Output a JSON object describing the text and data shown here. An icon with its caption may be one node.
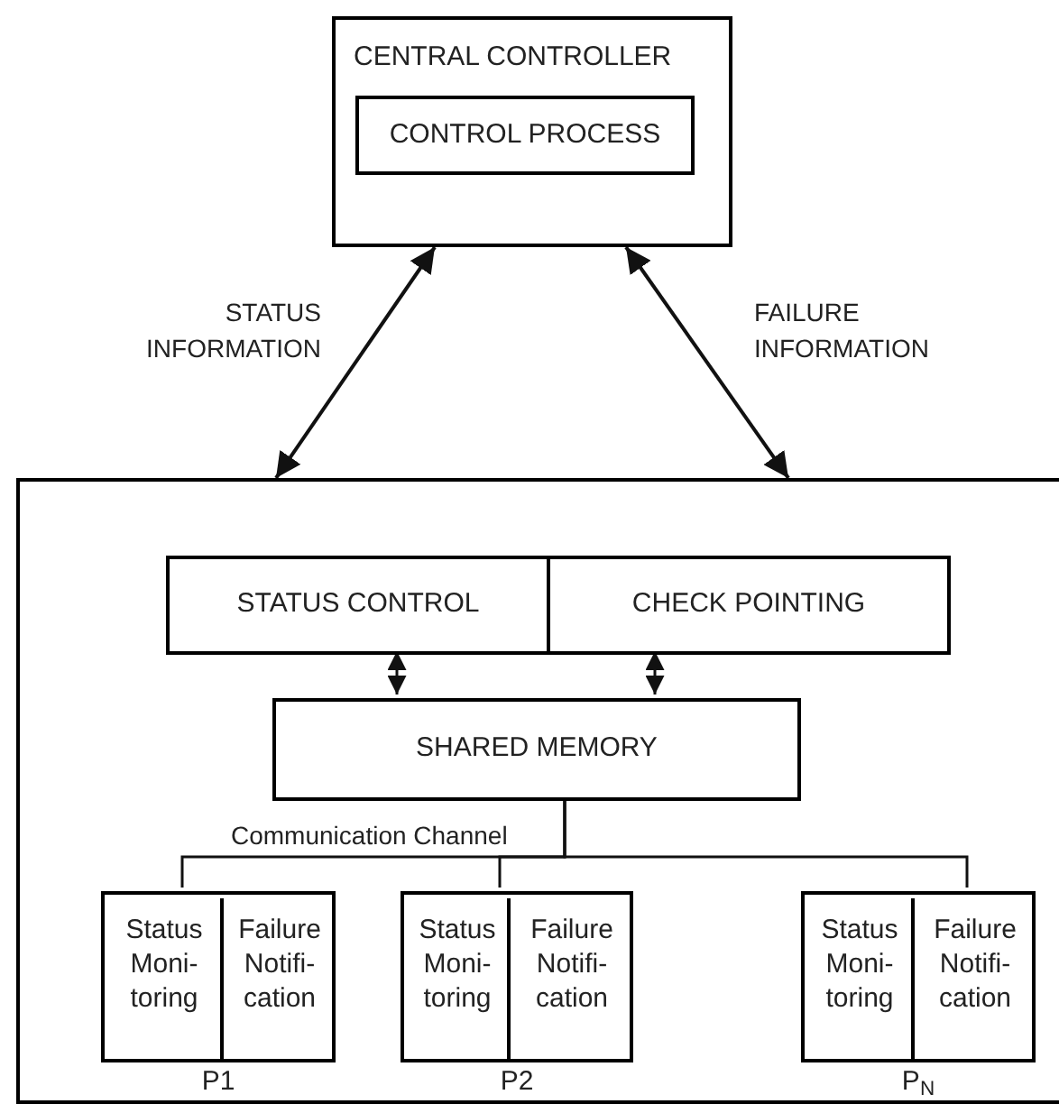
{
  "diagram": {
    "nodes": [
      {
        "text": [
          "CENTRAL CONTROLLER"
        ]
      },
      {
        "text": [
          "CONTROL PROCESS"
        ],
        "in": 0
      },
      {
        "text": [],
        "shape": "box"
      },
      {
        "text": [
          "STATUS CONTROL"
        ],
        "in": 2
      },
      {
        "text": [
          "CHECK POINTING"
        ],
        "in": 2
      },
      {
        "text": [
          "SHARED MEMORY"
        ],
        "in": 2
      },
      {
        "text": [],
        "shape": "box",
        "beside": [
          "P1"
        ],
        "in": 2
      },
      {
        "text": [
          "Status Moni- toring"
        ],
        "in": 6
      },
      {
        "text": [
          "Failure Notifi- cation"
        ],
        "in": 6
      },
      {
        "text": [],
        "shape": "box",
        "beside": [
          "P2"
        ],
        "in": 2
      },
      {
        "text": [
          "Status Moni- toring"
        ],
        "in": 9
      },
      {
        "text": [
          "Failure Notifi- cation"
        ],
        "in": 9
      },
      {
        "text": [],
        "shape": "box",
        "beside": [
          "P$_{N}$"
        ],
        "in": 2
      },
      {
        "text": [
          "Status Moni- toring"
        ],
        "in": 12
      },
      {
        "text": [
          "Failure Notifi- cation"
        ],
        "in": 12
      }
    ],
    "edges": [
      {
        "from": 0,
        "to": 2,
        "arrow": "both",
        "label": "STATUS INFORMATION"
      },
      {
        "from": 0,
        "to": 2,
        "arrow": "both",
        "label": "FAILURE INFORMATION"
      },
      {
        "from": 3,
        "to": 5,
        "arrow": "both"
      },
      {
        "from": 4,
        "to": 5,
        "arrow": "both"
      },
      {
        "from": 5,
        "to": 6,
        "arrow": "none"
      },
      {
        "from": 5,
        "to": 9,
        "arrow": "none"
      },
      {
        "from": 5,
        "to": 12,
        "arrow": "none"
      }
    ],
    "labels": [
      "Communication Channel"
    ]
  }
}
